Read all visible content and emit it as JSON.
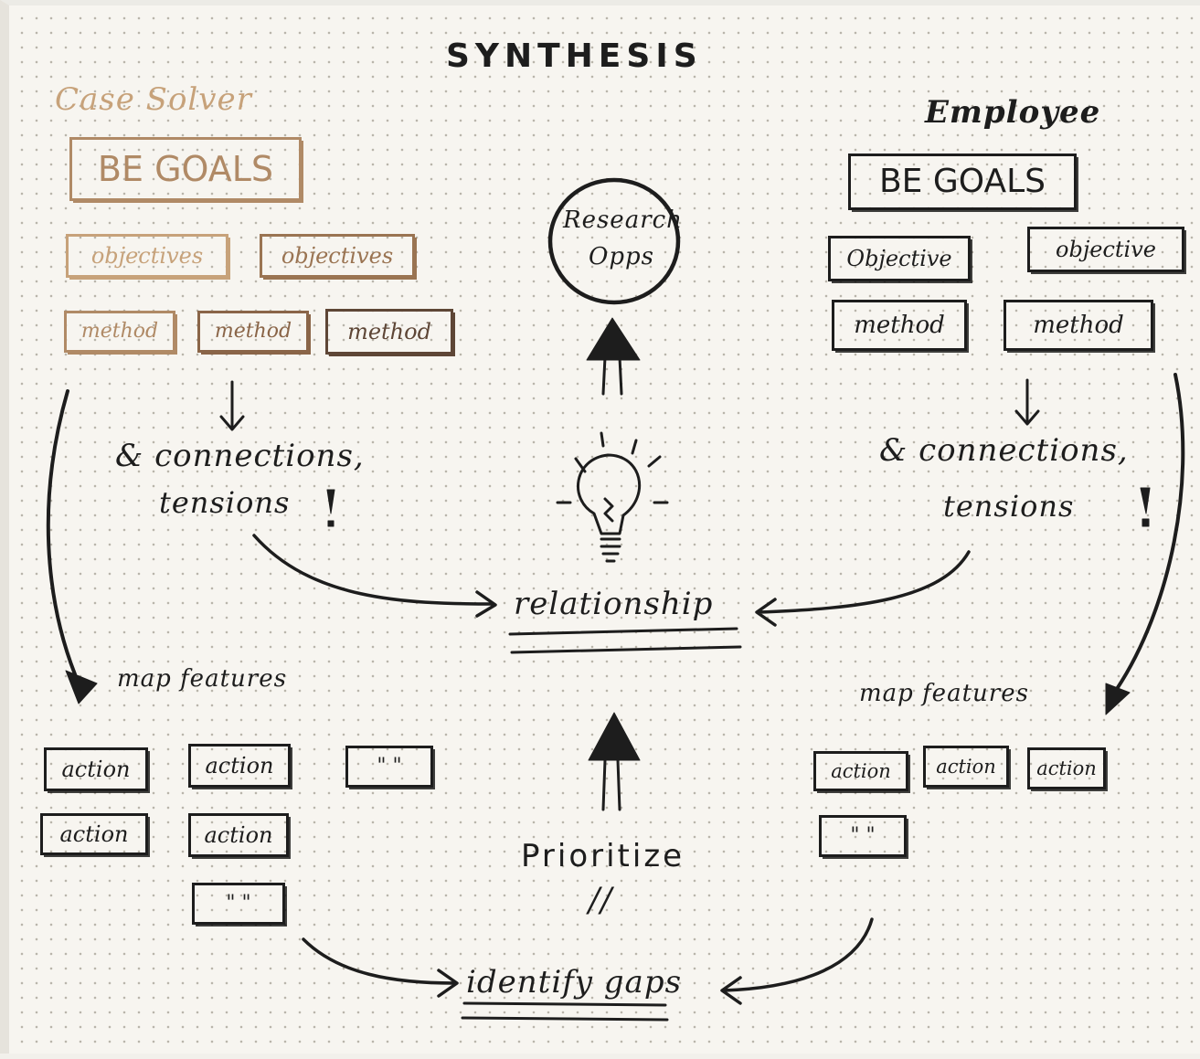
{
  "colors": {
    "ink": "#1d1d1d",
    "brown_light": "#c7a27a",
    "brown_mid": "#9a7452",
    "brown_dark": "#5e4636",
    "dot_grid": "#b9b5ab",
    "paper": "#f7f5f0"
  },
  "icons": [
    "lightbulb-icon",
    "exclamation-icon",
    "triangle-arrow-up-icon",
    "arrow-right-icon",
    "arrow-left-icon",
    "arrow-down-icon"
  ],
  "title": "SYNTHESIS",
  "case_solver": {
    "heading": "Case Solver",
    "goals": "BE GOALS",
    "objectives": [
      "objectives",
      "objectives"
    ],
    "methods": [
      "method",
      "method",
      "method"
    ],
    "connections": "& connections,",
    "tensions": "tensions",
    "bang": "!",
    "map_features": "map features",
    "actions": [
      "action",
      "action",
      "\" \"",
      "action",
      "action",
      "\" \""
    ]
  },
  "employee": {
    "heading": "Employee",
    "goals": "BE GOALS",
    "objectives": [
      "Objective",
      "objective"
    ],
    "methods": [
      "method",
      "method"
    ],
    "connections": "& connections,",
    "tensions": "tensions",
    "bang": "!",
    "map_features": "map features",
    "actions": [
      "action",
      "action",
      "action",
      "\" \""
    ]
  },
  "center": {
    "research_line1": "Research",
    "research_line2": "Opps",
    "relationship": "relationship",
    "prioritize": "Prioritize",
    "equals": "//",
    "identify_gaps": "identify gaps"
  }
}
